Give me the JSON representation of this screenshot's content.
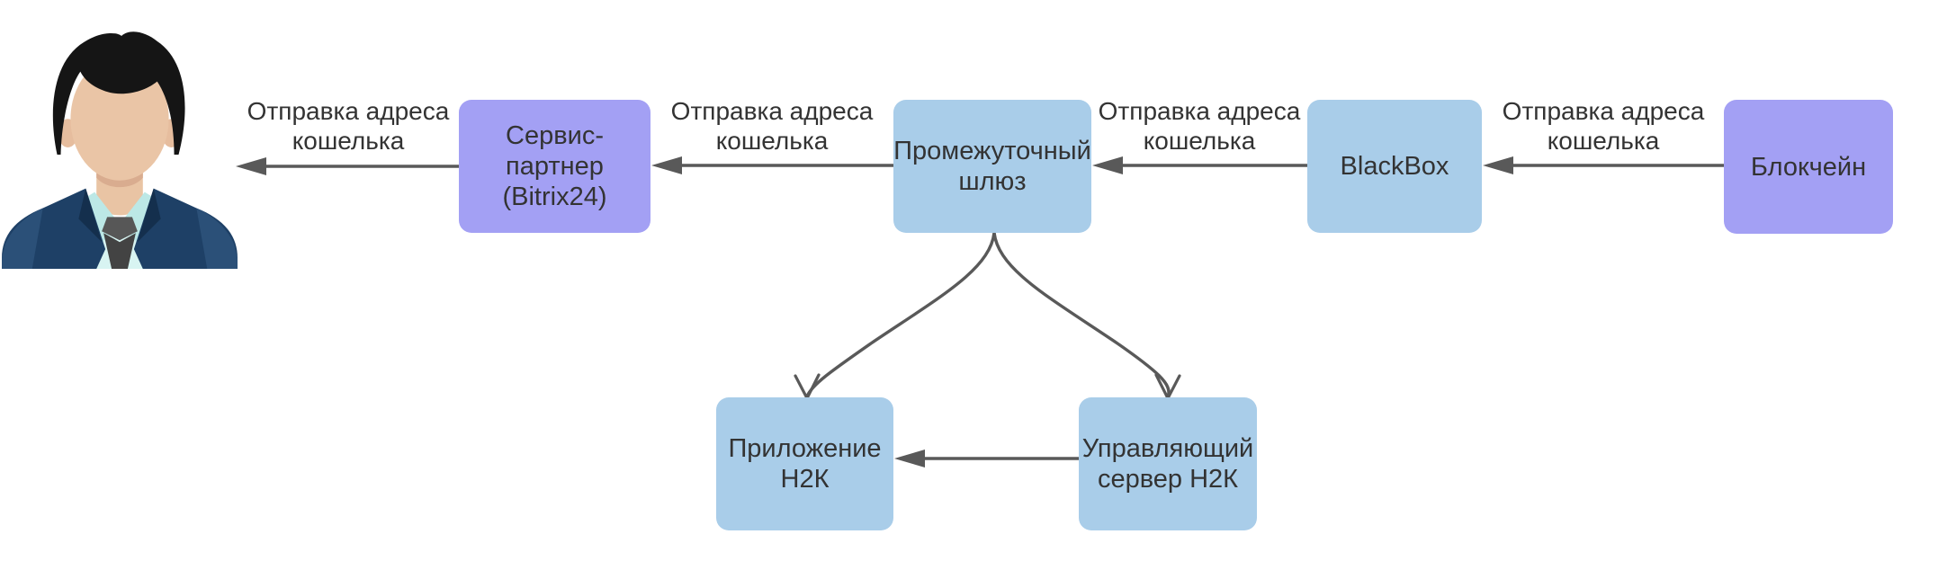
{
  "colors": {
    "node_purple": "#a3a0f4",
    "node_blue": "#a9cde9",
    "connector": "#595959",
    "text": "#333333",
    "background": "#ffffff"
  },
  "actor": {
    "id": "user",
    "type": "businessman-avatar"
  },
  "nodes": [
    {
      "id": "service-partner",
      "label": "Сервис-партнер\n(Bitrix24)"
    },
    {
      "id": "gateway",
      "label": "Промежуточный\nшлюз"
    },
    {
      "id": "blackbox",
      "label": "BlackBox"
    },
    {
      "id": "blockchain",
      "label": "Блокчейн"
    },
    {
      "id": "h2k-app",
      "label": "Приложение\nН2К"
    },
    {
      "id": "h2k-server",
      "label": "Управляющий\nсервер Н2К"
    }
  ],
  "edges": [
    {
      "from": "service-partner",
      "to": "user",
      "label": "Отправка адреса\nкошелька"
    },
    {
      "from": "gateway",
      "to": "service-partner",
      "label": "Отправка адреса\nкошелька"
    },
    {
      "from": "blackbox",
      "to": "gateway",
      "label": "Отправка адреса\nкошелька"
    },
    {
      "from": "blockchain",
      "to": "blackbox",
      "label": "Отправка адреса\nкошелька"
    },
    {
      "from": "gateway",
      "to": "h2k-app",
      "label": ""
    },
    {
      "from": "gateway",
      "to": "h2k-server",
      "label": ""
    },
    {
      "from": "h2k-server",
      "to": "h2k-app",
      "label": ""
    }
  ]
}
